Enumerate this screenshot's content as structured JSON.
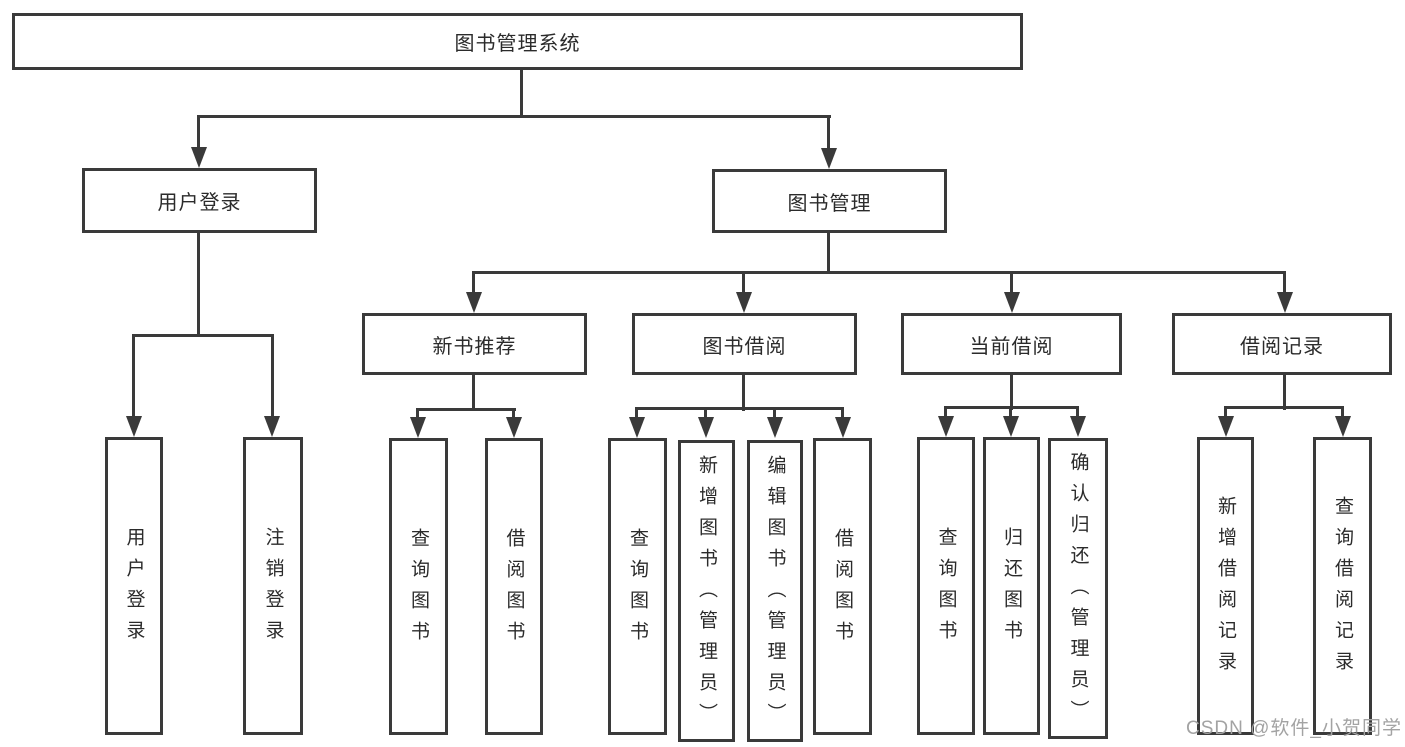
{
  "diagram": {
    "root": {
      "label": "图书管理系统"
    },
    "branches": [
      {
        "label": "用户登录",
        "children": [
          {
            "label": "用户登录"
          },
          {
            "label": "注销登录"
          }
        ]
      },
      {
        "label": "图书管理",
        "children": [
          {
            "label": "新书推荐",
            "children": [
              {
                "label": "查询图书"
              },
              {
                "label": "借阅图书"
              }
            ]
          },
          {
            "label": "图书借阅",
            "children": [
              {
                "label": "查询图书"
              },
              {
                "label": "新增图书（管理员）"
              },
              {
                "label": "编辑图书（管理员）"
              },
              {
                "label": "借阅图书"
              }
            ]
          },
          {
            "label": "当前借阅",
            "children": [
              {
                "label": "查询图书"
              },
              {
                "label": "归还图书"
              },
              {
                "label": "确认归还（管理员）"
              }
            ]
          },
          {
            "label": "借阅记录",
            "children": [
              {
                "label": "新增借阅记录"
              },
              {
                "label": "查询借阅记录"
              }
            ]
          }
        ]
      }
    ]
  },
  "watermark": {
    "text": "CSDN @软件_小贺同学"
  },
  "colors": {
    "line": "#3a3a3a",
    "text": "#2b2b2b",
    "watermark": "#a3a3a3",
    "background": "#ffffff"
  }
}
